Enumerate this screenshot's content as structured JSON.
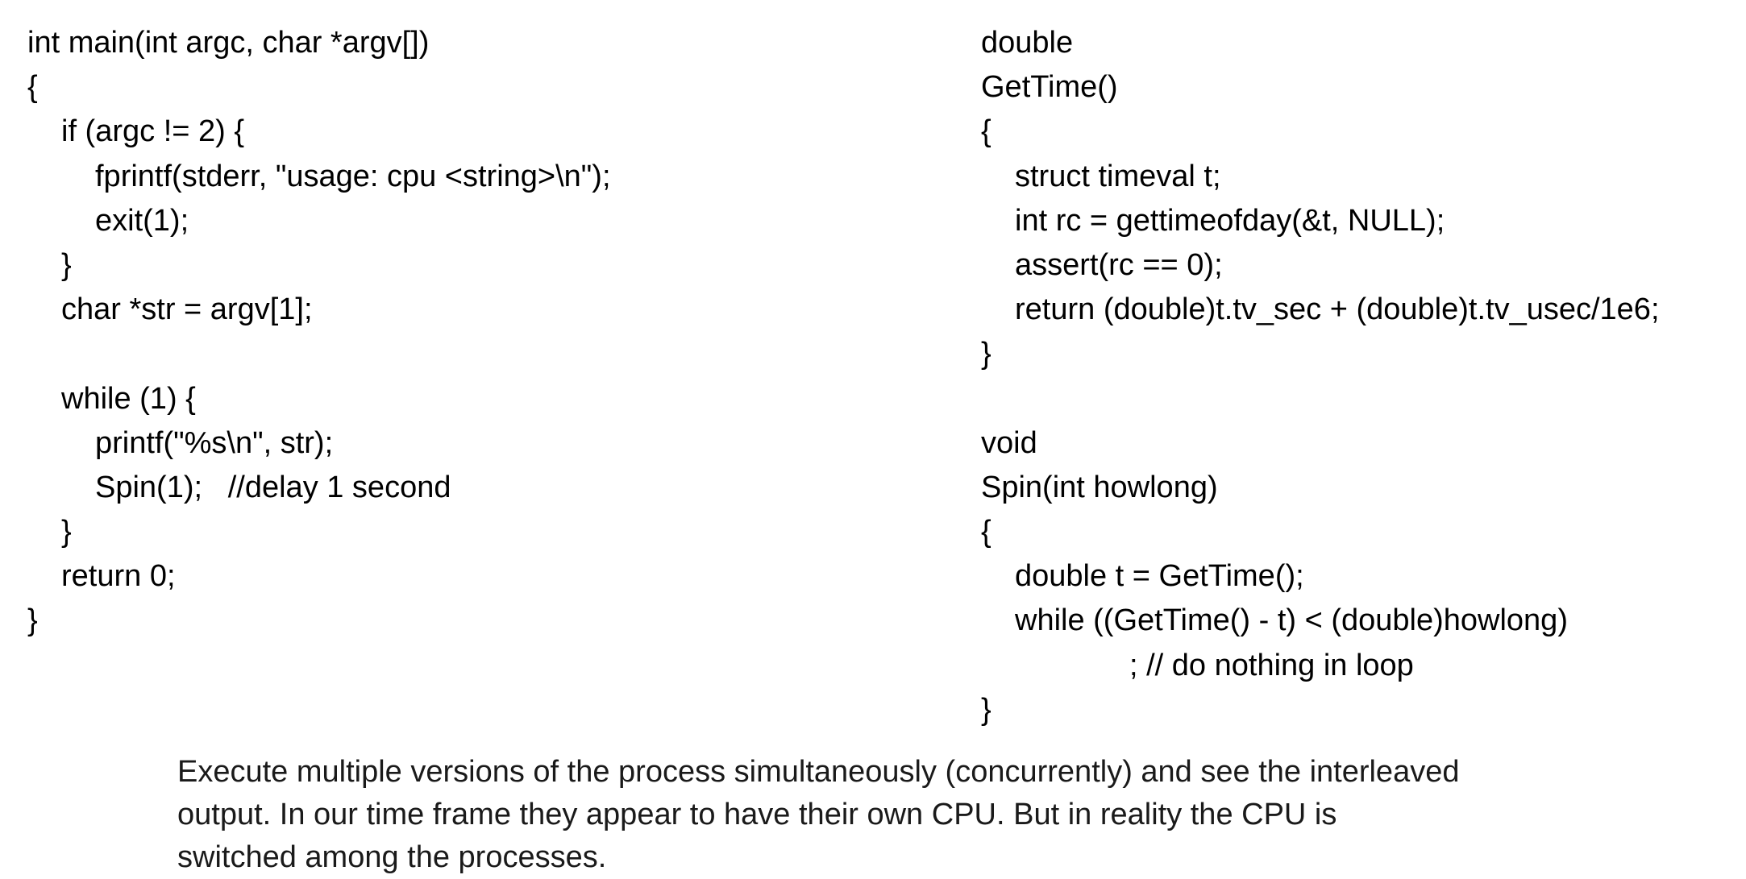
{
  "left_code": {
    "lines": [
      "int main(int argc, char *argv[])",
      "{",
      "if (argc != 2) {",
      "fprintf(stderr, \"usage: cpu <string>\\n\");",
      "exit(1);",
      "}",
      "char *str = argv[1];",
      "",
      "while (1) {",
      "printf(\"%s\\n\", str);",
      "Spin(1);   //delay 1 second",
      "}",
      "return 0;",
      "}"
    ]
  },
  "right_code": {
    "lines": [
      "double",
      "GetTime()",
      "{",
      "struct timeval t;",
      "int rc = gettimeofday(&t, NULL);",
      "assert(rc == 0);",
      "return (double)t.tv_sec + (double)t.tv_usec/1e6;",
      "}",
      "",
      "void",
      "Spin(int howlong)",
      "{",
      "double t = GetTime();",
      "while ((GetTime() - t) < (double)howlong)",
      "; // do nothing in loop",
      "}"
    ]
  },
  "description": {
    "lines": [
      "Execute multiple versions of the process simultaneously (concurrently) and see the interleaved",
      "output. In our time frame they appear to have their own CPU. But in reality the CPU is",
      "switched among the processes."
    ]
  }
}
